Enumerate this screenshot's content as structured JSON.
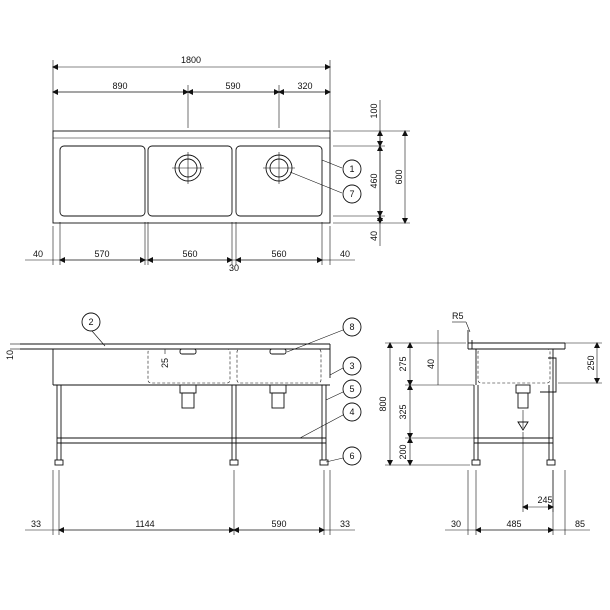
{
  "top_view": {
    "overall_width": "1800",
    "seg_890": "890",
    "seg_590": "590",
    "seg_320": "320",
    "right_100": "100",
    "right_460": "460",
    "right_600": "600",
    "right_40": "40",
    "bot_40a": "40",
    "bot_570": "570",
    "bot_560a": "560",
    "bot_560b": "560",
    "bot_40b": "40",
    "bot_30": "30",
    "callout_1": "1",
    "callout_7": "7"
  },
  "front_view": {
    "callout_2": "2",
    "callout_8": "8",
    "callout_3": "3",
    "callout_5": "5",
    "callout_4": "4",
    "callout_6": "6",
    "dim_10": "10",
    "dim_25": "25",
    "bot_33a": "33",
    "bot_1144": "1144",
    "bot_590": "590",
    "bot_33b": "33"
  },
  "side_view": {
    "r5": "R5",
    "dim_275": "275",
    "dim_40": "40",
    "dim_800": "800",
    "dim_325": "325",
    "dim_200": "200",
    "dim_250": "250",
    "dim_245": "245",
    "bot_30": "30",
    "bot_485": "485",
    "bot_85": "85"
  }
}
